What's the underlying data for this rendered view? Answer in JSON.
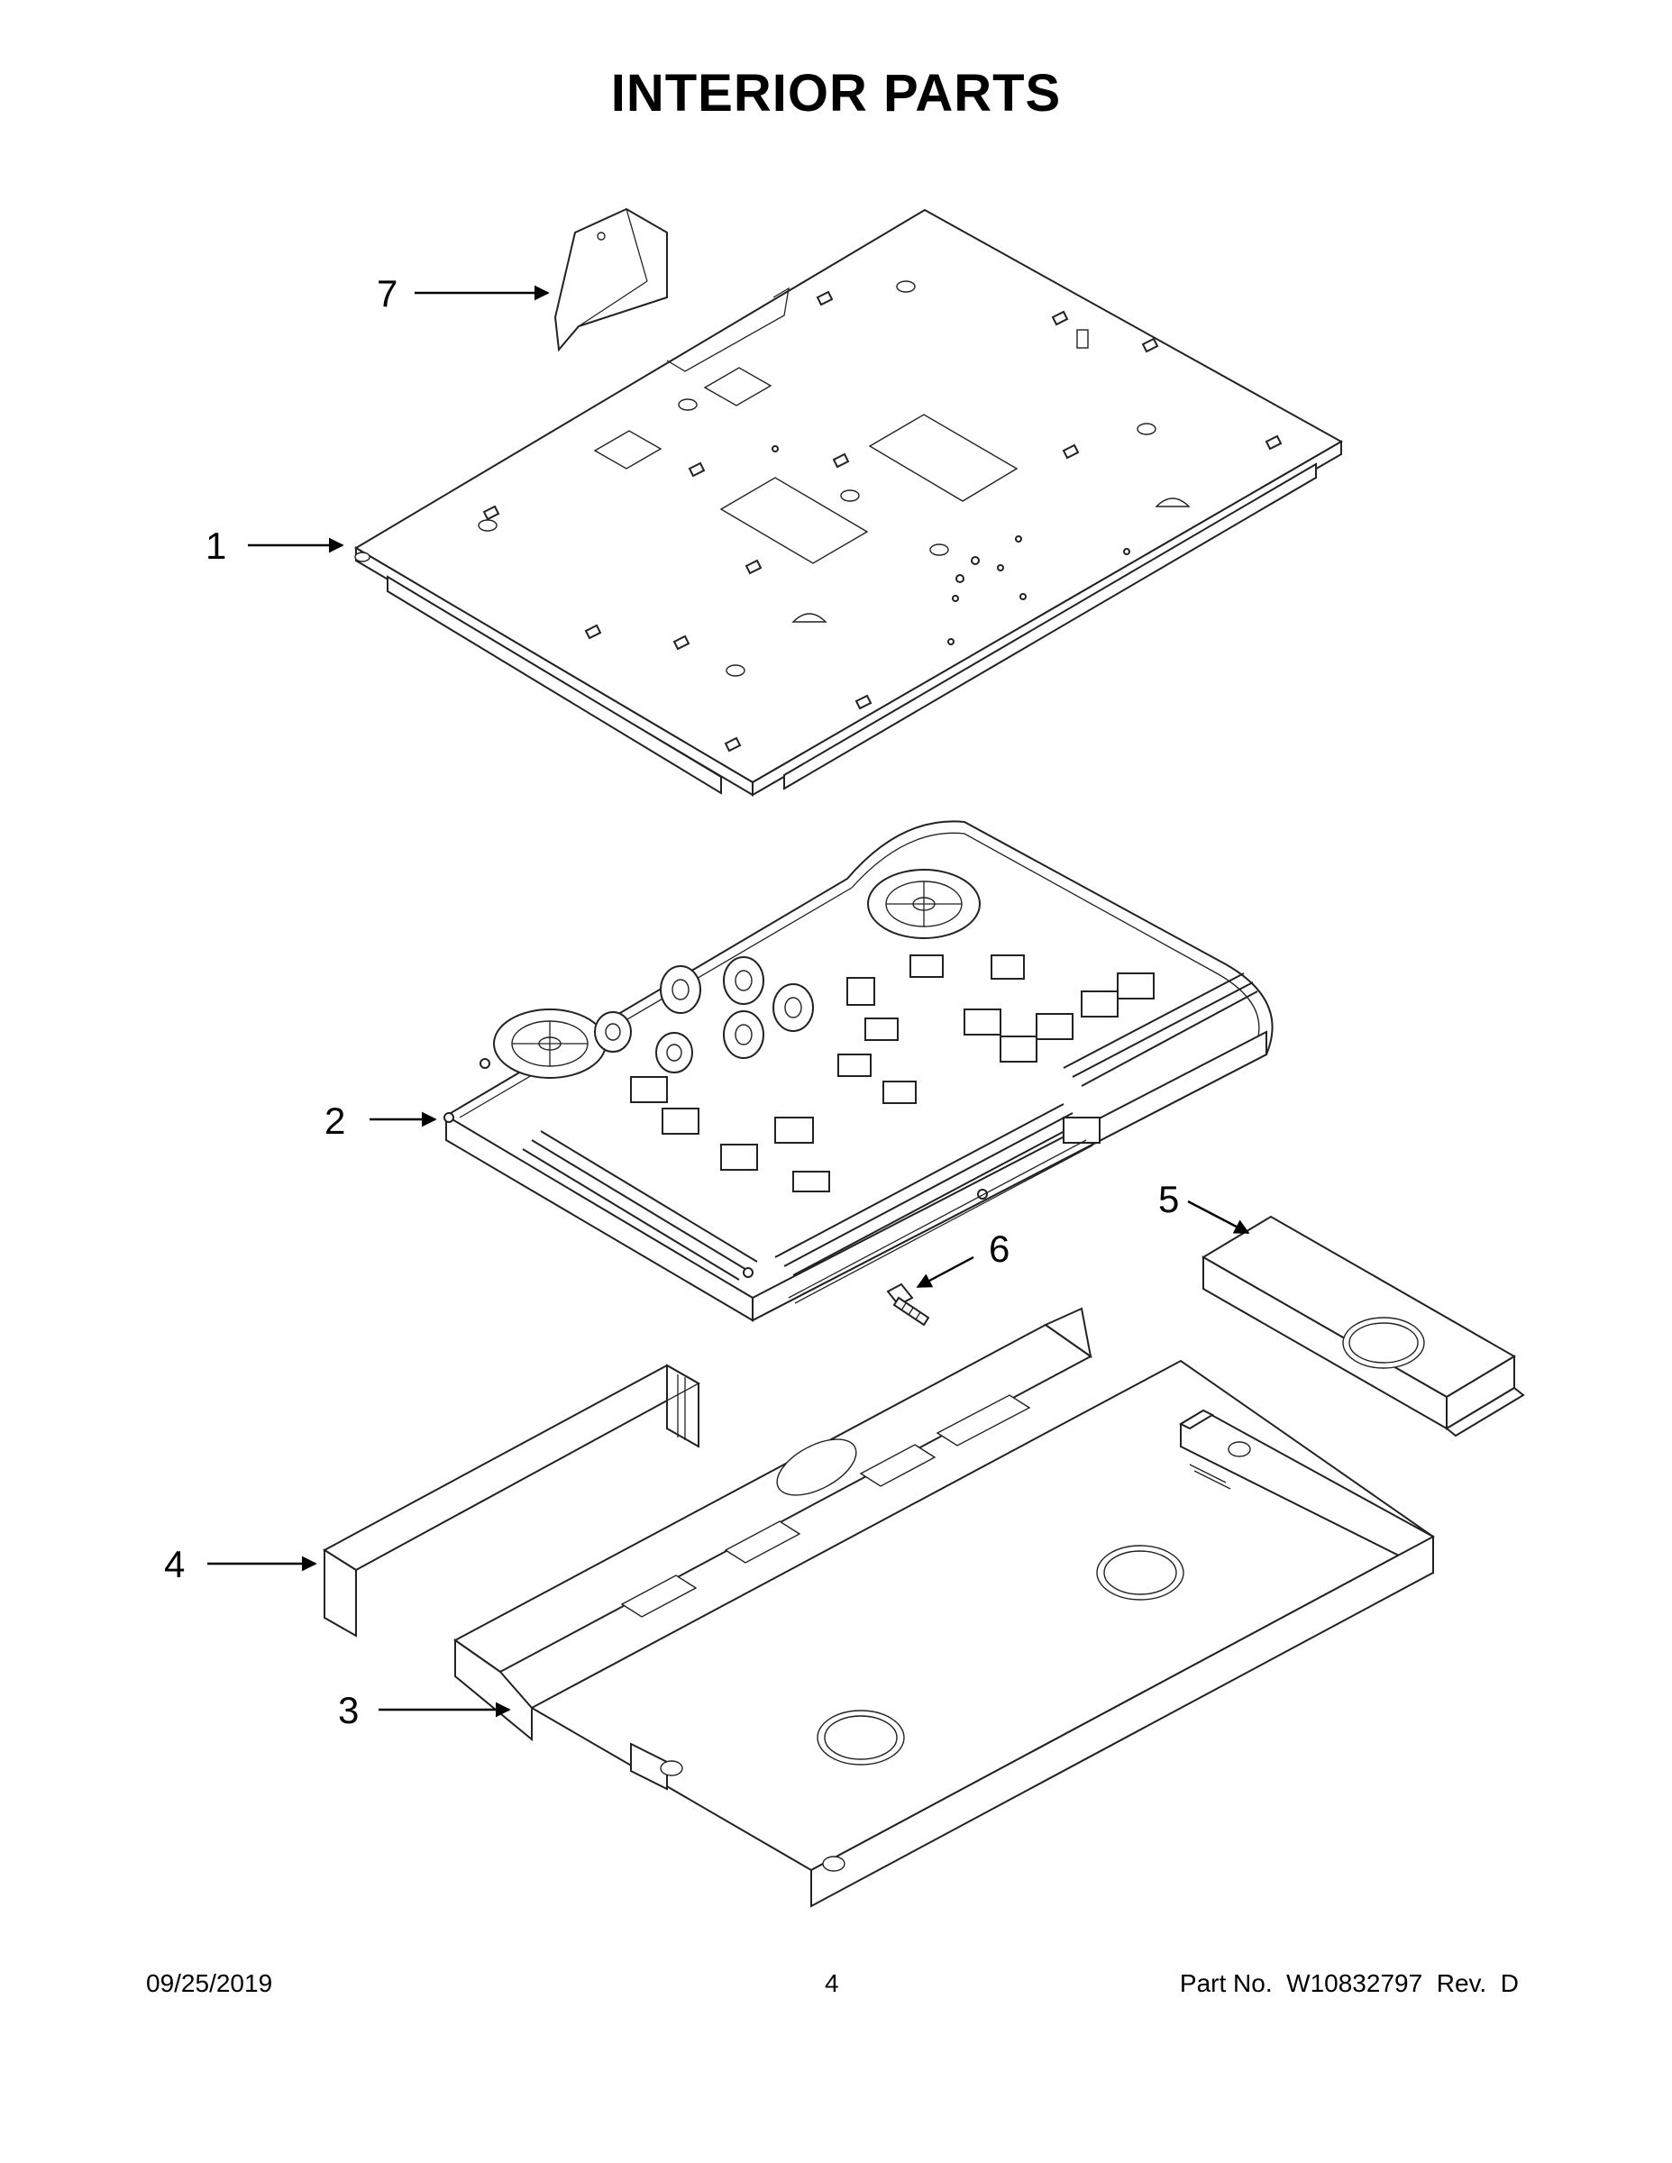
{
  "title": "INTERIOR PARTS",
  "callouts": [
    "1",
    "2",
    "3",
    "4",
    "5",
    "6",
    "7"
  ],
  "footer": {
    "date": "09/25/2019",
    "page": "4",
    "part_number": "Part No.  W10832797  Rev.  D"
  },
  "colors": {
    "line": "#222222",
    "background": "#ffffff"
  }
}
